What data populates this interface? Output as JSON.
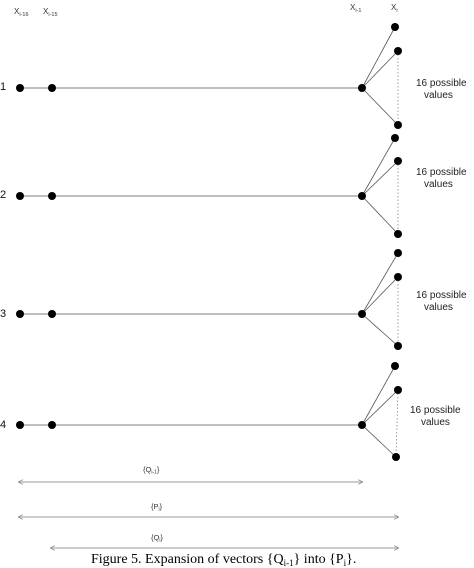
{
  "headers": [
    {
      "base": "X",
      "sub": "i-16"
    },
    {
      "base": "X",
      "sub": "i-15"
    },
    {
      "base": "X",
      "sub": "i-1"
    },
    {
      "base": "X",
      "sub": "i"
    }
  ],
  "rows": [
    {
      "number": "1",
      "note_line1": "16 possible",
      "note_line2": "values"
    },
    {
      "number": "2",
      "note_line1": "16 possible",
      "note_line2": "values"
    },
    {
      "number": "3",
      "note_line1": "16 possible",
      "note_line2": "values"
    },
    {
      "number": "4",
      "note_line1": "16 possible",
      "note_line2": "values"
    }
  ],
  "spans": [
    {
      "id": "q-prev",
      "open": "{Q",
      "sub": "i-1",
      "close": "}"
    },
    {
      "id": "p",
      "open": "{P",
      "sub": "i",
      "close": "}"
    },
    {
      "id": "q",
      "open": "{Q",
      "sub": "i",
      "close": "}"
    }
  ],
  "caption": {
    "prefix": "Figure 5.  Expansion of vectors {Q",
    "sub1": "i-1",
    "middle": "} into {P",
    "sub2": "i",
    "suffix": "}."
  }
}
